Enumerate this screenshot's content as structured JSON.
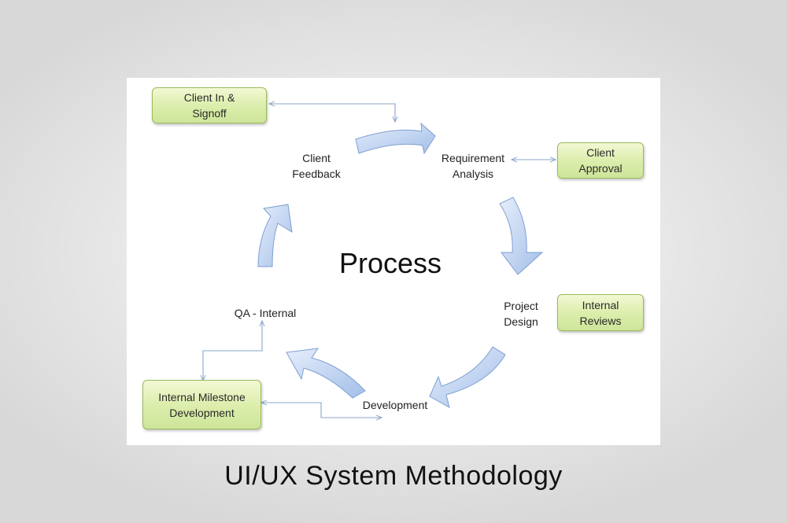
{
  "diagram": {
    "center_title": "Process",
    "cycle_stages": [
      "Requirement\nAnalysis",
      "Project\nDesign",
      "Development",
      "QA - Internal",
      "Client\nFeedback"
    ],
    "side_boxes": {
      "client_in_signoff": "Client In &\nSignoff",
      "client_approval": "Client\nApproval",
      "internal_reviews": "Internal\nReviews",
      "internal_milestone": "Internal Milestone\nDevelopment"
    },
    "colors": {
      "arrow_fill_light": "#e4ecfa",
      "arrow_fill_dark": "#a6c0ea",
      "arrow_stroke": "#7f9fd2",
      "box_border": "#9bbb59",
      "box_fill": "#dbedaa",
      "connector": "#8aa6c8"
    }
  },
  "caption": "UI/UX System Methodology"
}
